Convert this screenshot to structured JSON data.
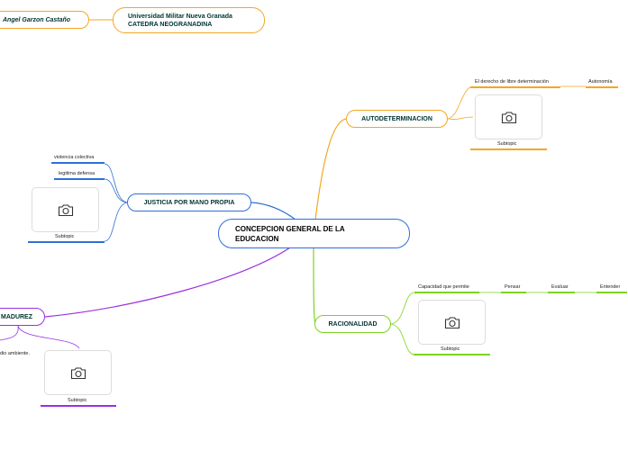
{
  "central": {
    "line1": "CONCEPCION GENERAL DE LA",
    "line2": "EDUCACION"
  },
  "header": {
    "author": "Angel Garzon Castaño",
    "org_line1": "Universidad Militar Nueva Granada",
    "org_line2": "CATEDRA NEOGRANADINA"
  },
  "branches": {
    "autodeterminacion": {
      "title": "AUTODETERMINACION",
      "child": "El derecho de libre determinación",
      "grandchild": "Autonomía",
      "subtopic": "Subtopic",
      "color": "#f5a623"
    },
    "justicia": {
      "title": "JUSTICIA POR MANO PROPIA",
      "children": [
        "violencia colectiva",
        "legitima defensa"
      ],
      "subtopic": "Subtopic",
      "color": "#2f6fd6"
    },
    "madurez": {
      "title": "MADUREZ",
      "child": "dio ambiente.",
      "subtopic": "Subtopic",
      "color": "#9b30e0"
    },
    "racionalidad": {
      "title": "RACIONALIDAD",
      "child": "Capacidad que permite",
      "chain": [
        "Pensar",
        "Evaluar",
        "Entender"
      ],
      "subtopic": "Subtopic",
      "color": "#7ed321"
    }
  }
}
